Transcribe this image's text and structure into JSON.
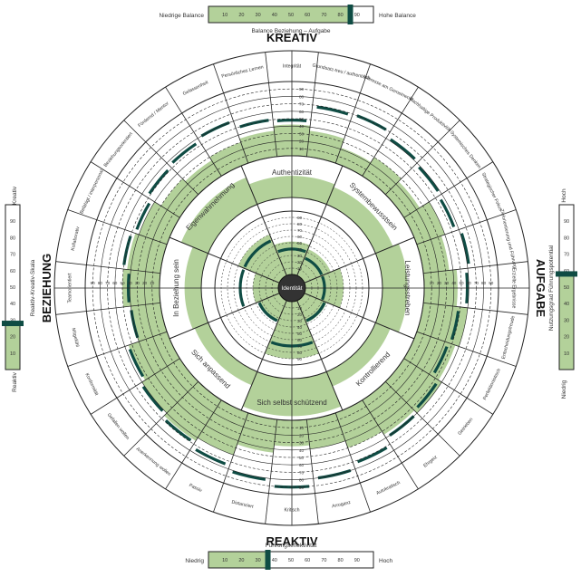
{
  "colors": {
    "fill": "#b3d19a",
    "accent": "#0f4c44",
    "line": "#222222",
    "white": "#ffffff"
  },
  "quadrants": {
    "top": "KREATIV",
    "bottom": "REAKTIV",
    "left": "BEZIEHUNG",
    "right": "AUFGABE"
  },
  "center": "Identität",
  "top_scale": {
    "left_label": "Niedrige Balance",
    "right_label": "Hohe Balance",
    "caption": "Balance Beziehung – Aufgabe",
    "ticks": [
      "10",
      "20",
      "30",
      "40",
      "50",
      "60",
      "70",
      "80",
      "90"
    ],
    "value": 86
  },
  "bottom_scale": {
    "title": "Führungseffektivität",
    "left_label": "Niedrig",
    "right_label": "Hoch",
    "ticks": [
      "10",
      "20",
      "30",
      "40",
      "50",
      "60",
      "70",
      "80",
      "90"
    ],
    "value": 36
  },
  "left_scale": {
    "top_label": "Kreativ",
    "bottom_label": "Reaktiv",
    "caption": "Reaktiv-Kreativ-Skala",
    "ticks": [
      "90",
      "80",
      "70",
      "60",
      "50",
      "40",
      "30",
      "20",
      "10"
    ],
    "value": 28
  },
  "right_scale": {
    "top_label": "Hoch",
    "bottom_label": "Niedrig",
    "caption": "Nutzungsgrad Führungspotential",
    "ticks": [
      "90",
      "80",
      "70",
      "60",
      "50",
      "40",
      "30",
      "20",
      "10"
    ],
    "value": 58
  },
  "chart_data": {
    "type": "circumplex",
    "inner_dimensions": [
      {
        "name": "Authentizität",
        "value": 52
      },
      {
        "name": "Systembewusstsein",
        "value": 45
      },
      {
        "name": "Leistungsstreben",
        "value": 60
      },
      {
        "name": "Kontrollierend",
        "value": 38
      },
      {
        "name": "Sich selbst schützend",
        "value": 90
      },
      {
        "name": "Sich anpassend",
        "value": 35
      },
      {
        "name": "In Beziehung sein",
        "value": 40
      },
      {
        "name": "Eigenwahrnehmung",
        "value": 70
      }
    ],
    "inner_marker": [
      40,
      30,
      30,
      35,
      70,
      35,
      60,
      60
    ],
    "outer_competencies": [
      {
        "name": "Integrität",
        "value": 42,
        "marker": 48
      },
      {
        "name": "Grundsatz-treu / authentisch",
        "value": 35,
        "marker": 68
      },
      {
        "name": "Interesse am Gemeinwohl",
        "value": 22,
        "marker": 70
      },
      {
        "name": "Nachhaltige Produktivität",
        "value": 30,
        "marker": 62
      },
      {
        "name": "Systemisches Denken",
        "value": 25,
        "marker": 58
      },
      {
        "name": "Strategischer Fokus",
        "value": 40,
        "marker": 55
      },
      {
        "name": "Zielorientierung und Führung",
        "value": 35,
        "marker": 62
      },
      {
        "name": "Erzielte Ergebnisse",
        "value": 45,
        "marker": 58
      },
      {
        "name": "Entscheidungsfreude",
        "value": 60,
        "marker": 48
      },
      {
        "name": "Perfektionistisch",
        "value": 55,
        "marker": 45
      },
      {
        "name": "Getrieben",
        "value": 60,
        "marker": 55
      },
      {
        "name": "Ehrgeiz",
        "value": 55,
        "marker": 60
      },
      {
        "name": "Autokratisch",
        "value": 50,
        "marker": 72
      },
      {
        "name": "Arroganz",
        "value": 40,
        "marker": 80
      },
      {
        "name": "Kritisch",
        "value": 35,
        "marker": 90
      },
      {
        "name": "Distanziert",
        "value": 45,
        "marker": 82
      },
      {
        "name": "Passiv",
        "value": 60,
        "marker": 75
      },
      {
        "name": "Anerkennung wollen",
        "value": 65,
        "marker": 68
      },
      {
        "name": "Gefallen wollen",
        "value": 60,
        "marker": 62
      },
      {
        "name": "Konformität",
        "value": 55,
        "marker": 55
      },
      {
        "name": "Mitgefühl",
        "value": 40,
        "marker": 40
      },
      {
        "name": "Teamorientiert",
        "value": 50,
        "marker": 42
      },
      {
        "name": "Kollaborativ",
        "value": 45,
        "marker": 50
      },
      {
        "name": "Befähigt / interpersonal",
        "value": 40,
        "marker": 45
      },
      {
        "name": "Beziehungsorientiert",
        "value": 30,
        "marker": 52
      },
      {
        "name": "Fördernd / Mentor",
        "value": 25,
        "marker": 55
      },
      {
        "name": "Gelassenheit",
        "value": 30,
        "marker": 60
      },
      {
        "name": "Persönliches Lernen",
        "value": 35,
        "marker": 50
      }
    ],
    "inner_ticks": [
      "10",
      "20",
      "30",
      "40",
      "50",
      "60",
      "70",
      "80",
      "90"
    ]
  }
}
